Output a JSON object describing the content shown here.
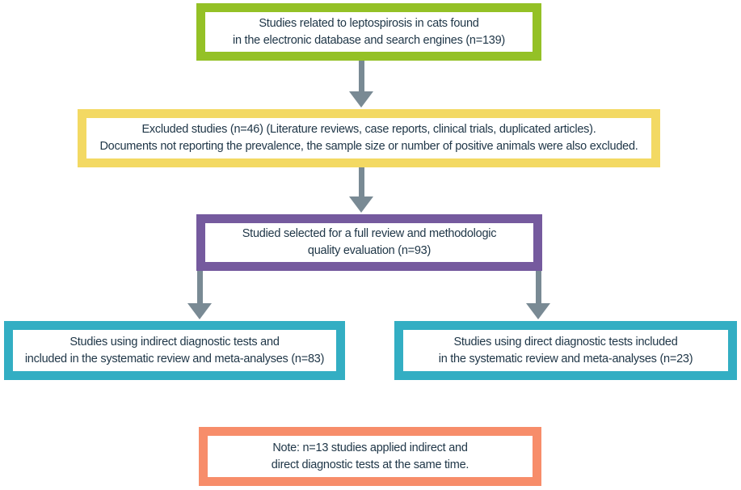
{
  "colors": {
    "green": "#94C126",
    "yellow": "#F3D963",
    "purple": "#755A9E",
    "teal": "#33AEC3",
    "salmon": "#F78D6A",
    "arrow": "#798A94",
    "text": "#203748"
  },
  "counts": {
    "identified": 139,
    "excluded": 46,
    "full_review": 93,
    "indirect_tests": 83,
    "direct_tests": 23,
    "both_tests_note": 13
  },
  "boxes": {
    "identified": {
      "lines": [
        "Studies related to leptospirosis in cats found",
        "in the electronic database and search engines (n=139)"
      ]
    },
    "excluded": {
      "lines": [
        "Excluded studies (n=46) (Literature reviews, case reports, clinical trials, duplicated articles).",
        "Documents not reporting the prevalence, the sample size or number of positive animals were also excluded."
      ]
    },
    "full_review": {
      "lines": [
        "Studied selected for a full review and methodologic",
        "quality evaluation (n=93)"
      ]
    },
    "indirect_tests": {
      "lines": [
        "Studies using indirect diagnostic tests and",
        "included in the systematic review and meta-analyses (n=83)"
      ]
    },
    "direct_tests": {
      "lines": [
        "Studies using direct diagnostic tests included",
        "in the systematic review and meta-analyses (n=23)"
      ]
    },
    "note": {
      "lines": [
        "Note: n=13 studies applied indirect and",
        "direct diagnostic tests at the same time."
      ]
    }
  }
}
